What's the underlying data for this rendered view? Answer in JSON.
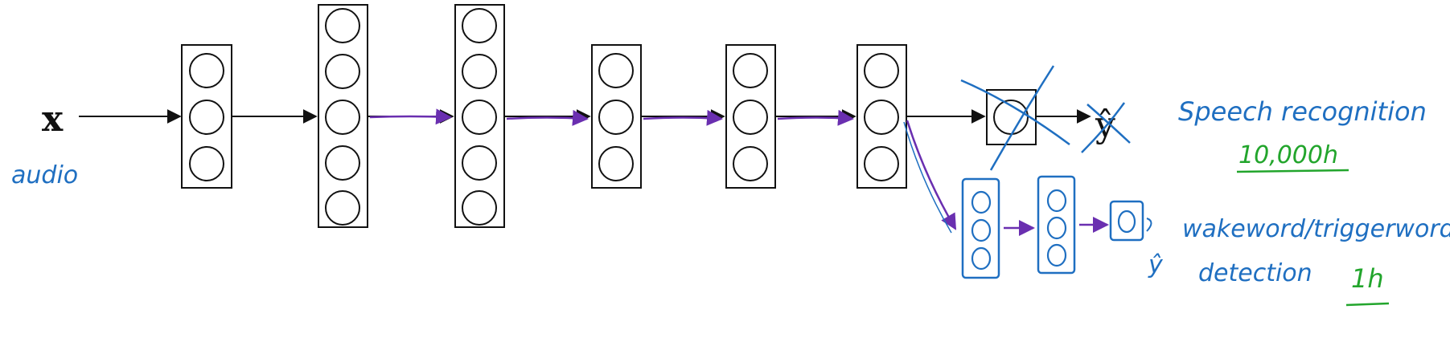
{
  "diagram": {
    "input_label": "x",
    "input_note": "audio",
    "output_label": "ŷ",
    "new_output_label": "ŷ",
    "colors": {
      "ink": "#111111",
      "annotation_blue": "#1f6fc1",
      "arrow_purple": "#6a2fb0",
      "highlight_green": "#22a52c"
    }
  },
  "annotations": {
    "task_a": "Speech recognition",
    "task_a_data": "10,000h",
    "task_b_line1": "wakeword/triggerword",
    "task_b_line2": "detection",
    "task_b_data": "1h"
  }
}
